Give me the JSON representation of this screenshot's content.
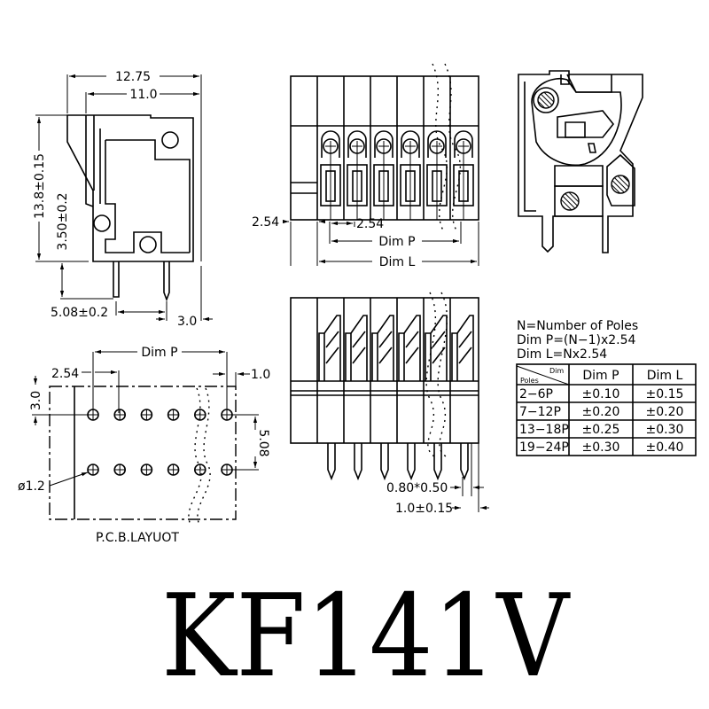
{
  "title": "KF141V",
  "side_view": {
    "dims": {
      "overall_width": "12.75",
      "inner_width": "11.0",
      "height": "13.8±0.15",
      "pin_length": "3.50±0.2",
      "pin_spacing": "5.08±0.2",
      "pin_offset": "3.0"
    }
  },
  "front_view": {
    "dims": {
      "edge_offset": "2.54",
      "pitch": "2.54",
      "dim_p": "Dim P",
      "dim_l": "Dim L"
    }
  },
  "bottom_view": {
    "dims": {
      "pin_section": "0.80*0.50",
      "pin_width": "1.0±0.15"
    }
  },
  "pcb_layout": {
    "label": "P.C.B.LAYUOT",
    "dims": {
      "dim_p": "Dim P",
      "pitch": "2.54",
      "edge": "1.0",
      "row_offset": "3.0",
      "row_spacing": "5.08",
      "hole_diameter": "ø1.2"
    }
  },
  "notes": [
    "N=Number of Poles",
    "Dim P=(N−1)x2.54",
    "Dim L=Nx2.54"
  ],
  "tolerance_table": {
    "corner_top": "Dim",
    "corner_bottom": "Poles",
    "headers": [
      "Dim P",
      "Dim L"
    ],
    "rows": [
      {
        "poles": "2−6P",
        "dim_p": "±0.10",
        "dim_l": "±0.15"
      },
      {
        "poles": "7−12P",
        "dim_p": "±0.20",
        "dim_l": "±0.20"
      },
      {
        "poles": "13−18P",
        "dim_p": "±0.25",
        "dim_l": "±0.30"
      },
      {
        "poles": "19−24P",
        "dim_p": "±0.30",
        "dim_l": "±0.40"
      }
    ]
  }
}
